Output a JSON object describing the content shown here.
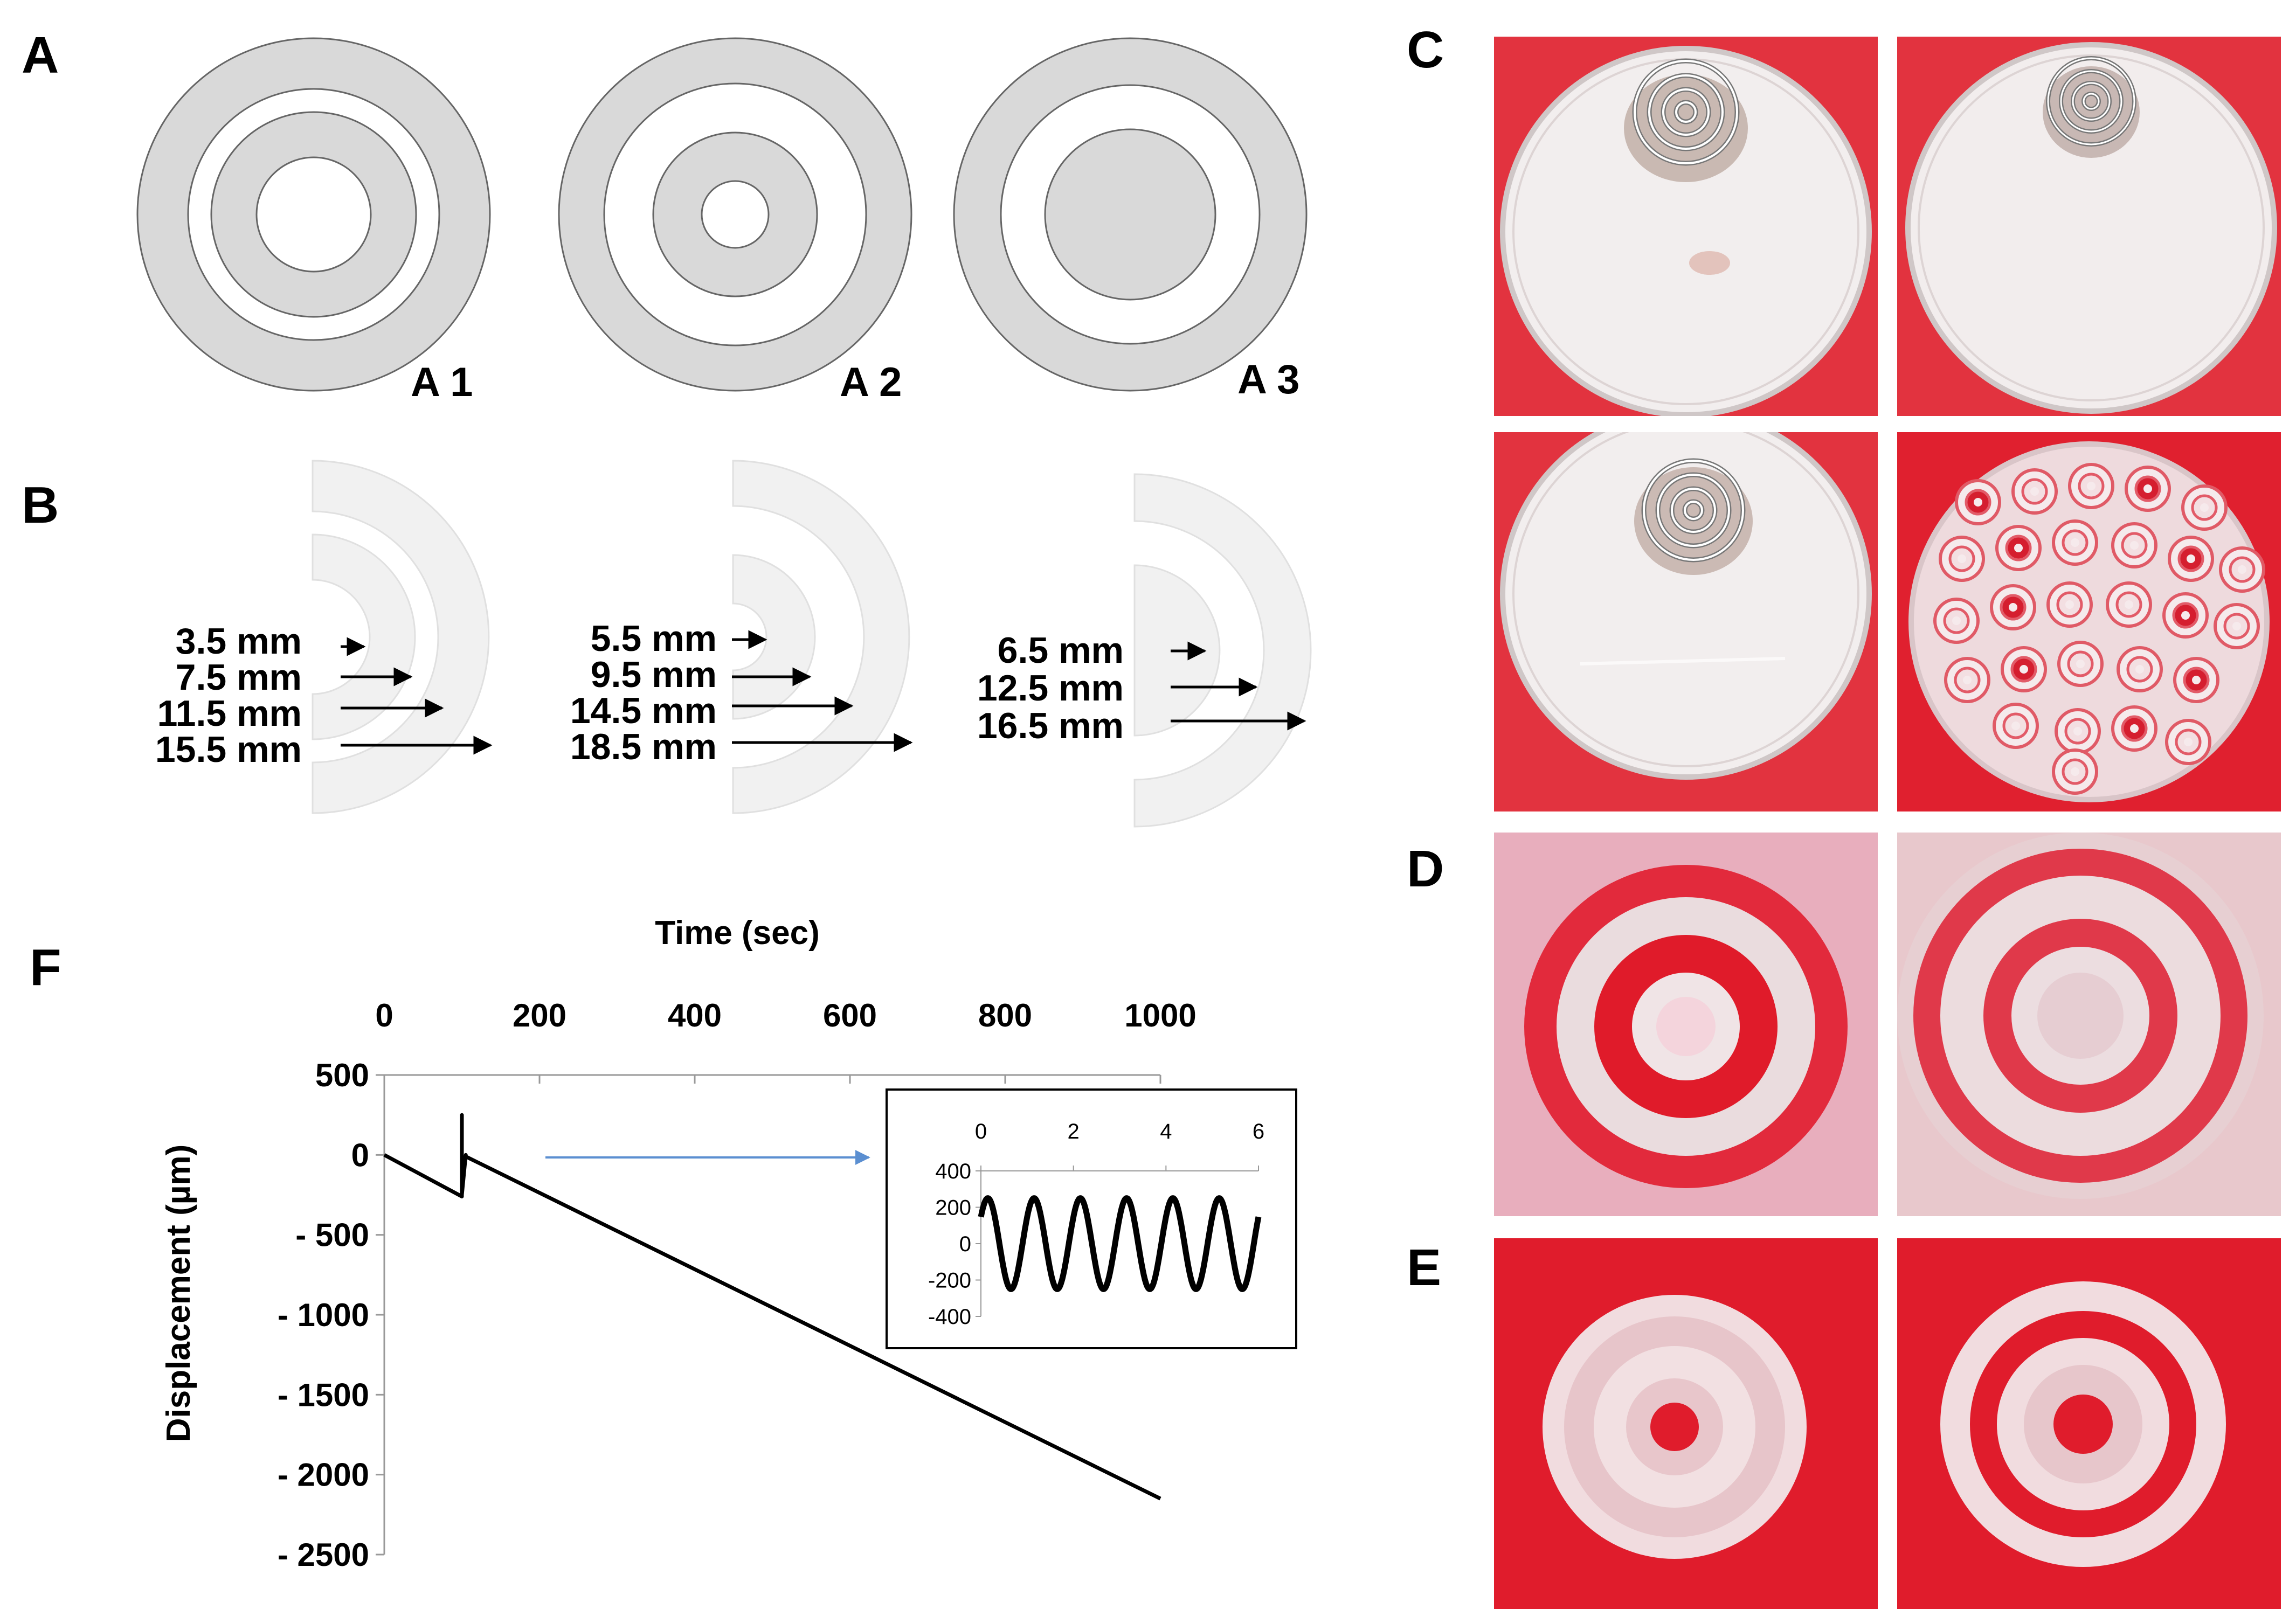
{
  "panels": {
    "A": {
      "letter": "A",
      "labels": [
        "A 1",
        "A 2",
        "A 3"
      ]
    },
    "B": {
      "letter": "B",
      "groups": [
        [
          "3.5 mm",
          "7.5 mm",
          "11.5 mm",
          "15.5 mm"
        ],
        [
          "5.5 mm",
          "9.5 mm",
          "14.5 mm",
          "18.5 mm"
        ],
        [
          "6.5 mm",
          "12.5 mm",
          "16.5 mm"
        ]
      ]
    },
    "C": {
      "letter": "C"
    },
    "D": {
      "letter": "D"
    },
    "E": {
      "letter": "E"
    },
    "F": {
      "letter": "F"
    }
  },
  "colors": {
    "ring_fill": "#d9d9d9",
    "plate_red": "#e2333f",
    "ring_red": "#e01b2a",
    "arrow_blue": "#5b8fd1"
  },
  "chart_data": [
    {
      "type": "line",
      "xlabel": "Time (sec)",
      "ylabel": "Displacement  (µm)",
      "xlim": [
        0,
        1000
      ],
      "ylim": [
        -2500,
        500
      ],
      "x_ticks": [
        0,
        200,
        400,
        600,
        800,
        1000
      ],
      "x_tick_labels": [
        "0",
        "200",
        "400",
        "600",
        "800",
        "1000"
      ],
      "y_ticks": [
        500,
        0,
        -500,
        -1000,
        -1500,
        -2000,
        -2500
      ],
      "y_tick_labels": [
        "500",
        "0",
        "- 500",
        "- 1000",
        "- 1500",
        "- 2000",
        "- 2500"
      ],
      "x_axis_position": "top",
      "series": [
        {
          "x": [
            0,
            100,
            100,
            100,
            105,
            105,
            1000
          ],
          "y": [
            0,
            -260,
            250,
            -250,
            0,
            -10,
            -2150
          ]
        }
      ]
    },
    {
      "type": "line",
      "inset": true,
      "xlim": [
        0,
        6
      ],
      "ylim": [
        -400,
        400
      ],
      "x_ticks": [
        0,
        2,
        4,
        6
      ],
      "x_tick_labels": [
        "0",
        "2",
        "4",
        "6"
      ],
      "y_ticks": [
        400,
        200,
        0,
        -200,
        -400
      ],
      "y_tick_labels": [
        "400",
        "200",
        "0",
        "-200",
        "-400"
      ],
      "x_axis_position": "top",
      "waveform": {
        "amplitude": 250,
        "period": 1.0,
        "x_start": 0,
        "x_end": 6
      }
    }
  ]
}
